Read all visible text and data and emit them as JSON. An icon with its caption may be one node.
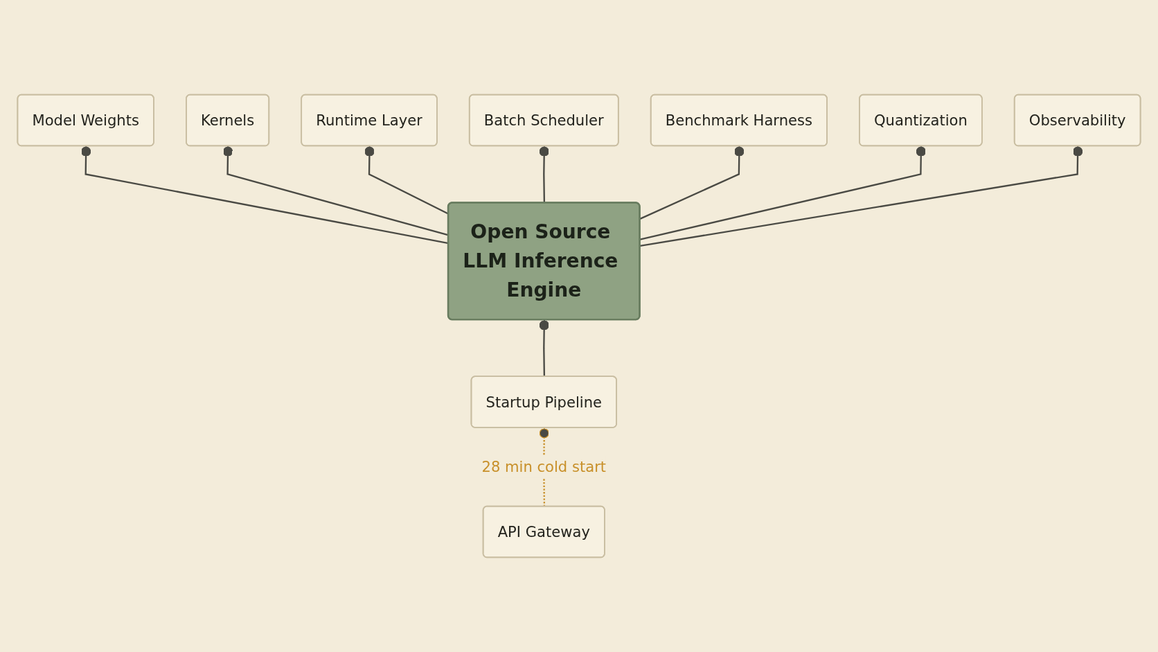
{
  "diagram": {
    "nodes": [
      {
        "text": [
          "Model Weights"
        ]
      },
      {
        "text": [
          "Kernels"
        ]
      },
      {
        "text": [
          "Runtime Layer"
        ]
      },
      {
        "text": [
          "Open Source LLM Inference Engine"
        ]
      },
      {
        "text": [
          "Batch Scheduler"
        ]
      },
      {
        "text": [
          "Benchmark Harness"
        ]
      },
      {
        "text": [
          "Quantization"
        ]
      },
      {
        "text": [
          "Startup Pipeline"
        ]
      },
      {
        "text": [
          "Observability"
        ]
      },
      {
        "text": [
          "API Gateway"
        ]
      }
    ],
    "edges": [
      {
        "from": 3,
        "to": 0,
        "arrow": "other"
      },
      {
        "from": 3,
        "to": 1,
        "arrow": "other"
      },
      {
        "from": 3,
        "to": 2,
        "arrow": "other"
      },
      {
        "from": 3,
        "to": 4,
        "arrow": "other"
      },
      {
        "from": 3,
        "to": 5,
        "arrow": "other"
      },
      {
        "from": 3,
        "to": 6,
        "arrow": "other"
      },
      {
        "from": 7,
        "to": 3,
        "arrow": "other"
      },
      {
        "from": 3,
        "to": 8,
        "arrow": "other"
      },
      {
        "from": 9,
        "to": 7,
        "arrow": "other",
        "label": "28 min cold start",
        "style": "dashed",
        "color": "#c8902a"
      }
    ]
  }
}
